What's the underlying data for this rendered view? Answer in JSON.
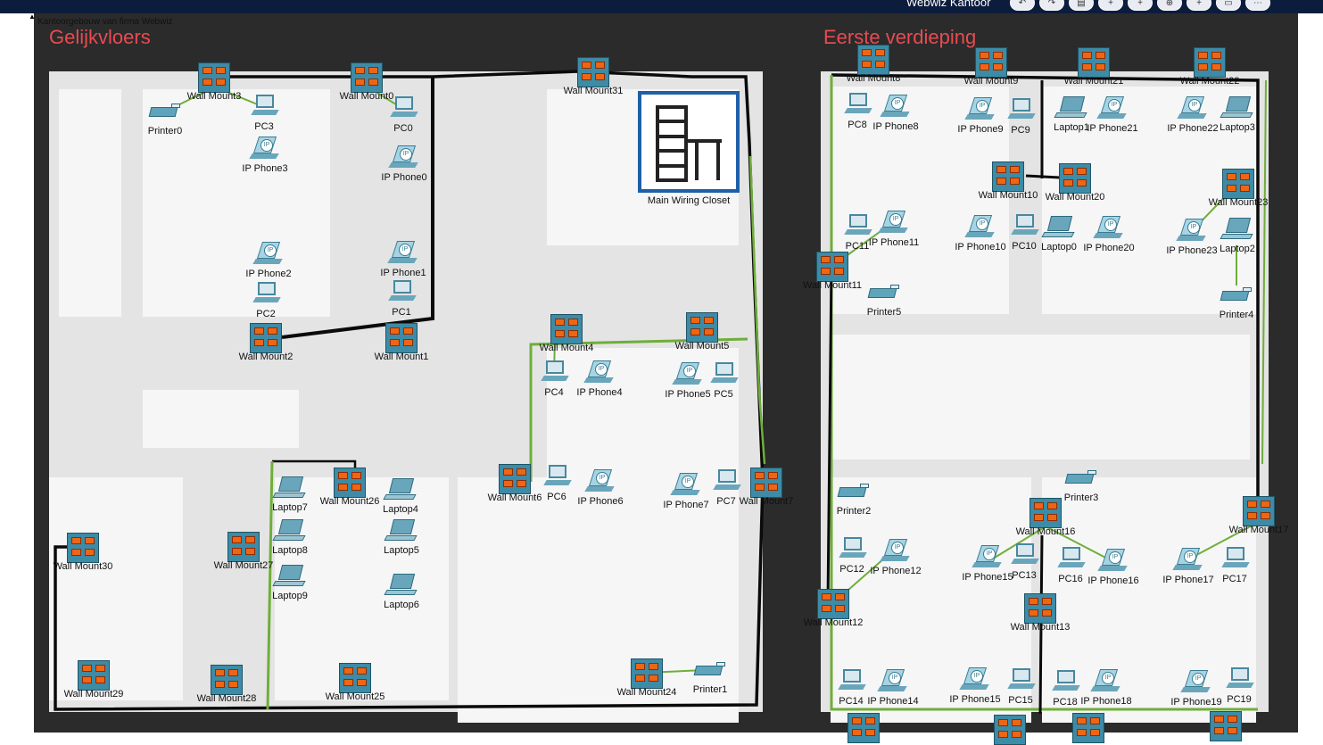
{
  "window": {
    "app_title": "Webwiz Kantoor",
    "toolbar_icons": [
      "undo-icon",
      "redo-icon",
      "workspace-icon",
      "add-icon",
      "zoom-in-icon",
      "zoom-icon",
      "new-icon",
      "layout-icon",
      "more-icon"
    ]
  },
  "canvas": {
    "caption": "Kantoorgebouw van firma Webwiz",
    "floors": [
      {
        "id": "gelijkvloers",
        "title": "Gelijkvloers"
      },
      {
        "id": "eerste",
        "title": "Eerste verdieping"
      }
    ],
    "closet": {
      "label": "Main Wiring Closet"
    },
    "devices": {
      "wall_mounts": [
        "Wall Mount3",
        "Wall Mount0",
        "Wall Mount31",
        "Wall Mount2",
        "Wall Mount1",
        "Wall Mount4",
        "Wall Mount5",
        "Wall Mount6",
        "Wall Mount7",
        "Wall Mount26",
        "Wall Mount27",
        "Wall Mount30",
        "Wall Mount29",
        "Wall Mount28",
        "Wall Mount25",
        "Wall Mount24",
        "Wall Mount8",
        "Wall Mount9",
        "Wall Mount21",
        "Wall Mount22",
        "Wall Mount10",
        "Wall Mount20",
        "Wall Mount23",
        "Wall Mount11",
        "Wall Mount16",
        "Wall Mount17",
        "Wall Mount12",
        "Wall Mount13",
        "",
        "",
        "",
        ""
      ],
      "pcs": [
        "PC3",
        "PC0",
        "PC2",
        "PC1",
        "PC4",
        "PC5",
        "PC6",
        "PC7",
        "PC8",
        "PC9",
        "PC10",
        "PC11",
        "PC12",
        "PC13",
        "PC16",
        "PC17",
        "PC14",
        "PC15",
        "PC18",
        "PC19"
      ],
      "phones": [
        "IP Phone3",
        "IP Phone0",
        "IP Phone2",
        "IP Phone1",
        "IP Phone4",
        "IP Phone5",
        "IP Phone6",
        "IP Phone7",
        "IP Phone8",
        "IP Phone9",
        "IP Phone21",
        "IP Phone22",
        "IP Phone10",
        "IP Phone20",
        "IP Phone11",
        "IP Phone23",
        "IP Phone12",
        "IP Phone15",
        "IP Phone16",
        "IP Phone17",
        "IP Phone14",
        "IP Phone15",
        "IP Phone18",
        "IP Phone19"
      ],
      "laptops": [
        "Laptop7",
        "Laptop4",
        "Laptop8",
        "Laptop5",
        "Laptop9",
        "Laptop6",
        "Laptop1",
        "Laptop3",
        "Laptop0",
        "Laptop2"
      ],
      "printers": [
        "Printer0",
        "Printer1",
        "Printer5",
        "Printer4",
        "Printer3",
        "Printer2"
      ]
    }
  }
}
